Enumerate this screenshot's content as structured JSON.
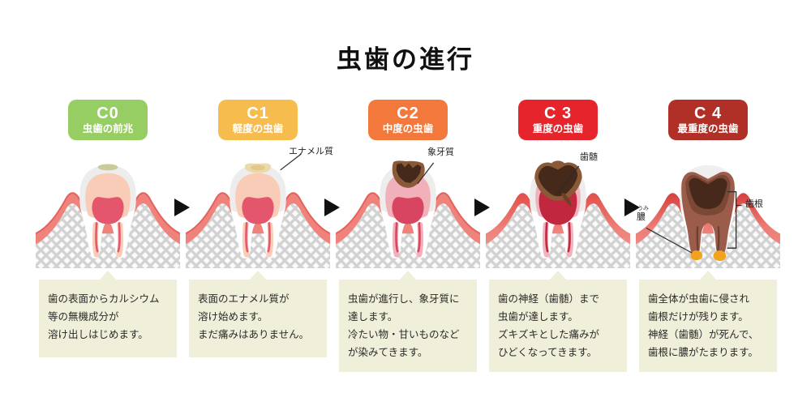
{
  "title": "虫歯の進行",
  "stages": [
    {
      "code": "C0",
      "name": "虫歯の前兆",
      "badge_color": "#97CE63",
      "description": "歯の表面からカルシウム\n等の無機成分が\n溶け出しはじめます。"
    },
    {
      "code": "C1",
      "name": "軽度の虫歯",
      "badge_color": "#F6BC4E",
      "description": "表面のエナメル質が\n溶け始めます。\nまだ痛みはありません。"
    },
    {
      "code": "C2",
      "name": "中度の虫歯",
      "badge_color": "#F2793B",
      "description": "虫歯が進行し、象牙質に\n達します。\n冷たい物・甘いものなど\nが染みてきます。"
    },
    {
      "code": "C 3",
      "name": "重度の虫歯",
      "badge_color": "#E6242B",
      "description": "歯の神経（歯髄）まで\n虫歯が達します。\nズキズキとした痛みが\nひどくなってきます。"
    },
    {
      "code": "C 4",
      "name": "最重度の虫歯",
      "badge_color": "#B03028",
      "description": "歯全体が虫歯に侵され\n歯根だけが残ります。\n神経（歯髄）が死んで、\n歯根に膿がたまります。"
    }
  ],
  "annotations": {
    "enamel": "エナメル質",
    "dentin": "象牙質",
    "pulp": "歯髄",
    "pus": "膿",
    "pus_furigana": "うみ",
    "root": "歯根"
  },
  "colors": {
    "description_box": "#F0EFDA",
    "gum": "#EF827B",
    "bone_hatch": "#D2D2D2",
    "enamel": "#EDEDED",
    "dentin": "#F8CCB6",
    "pulp": "#E4566C",
    "cavity_dark": "#45291A",
    "cavity_rim": "#8A5A38",
    "pus": "#F2A31D",
    "arrow": "#111111"
  }
}
